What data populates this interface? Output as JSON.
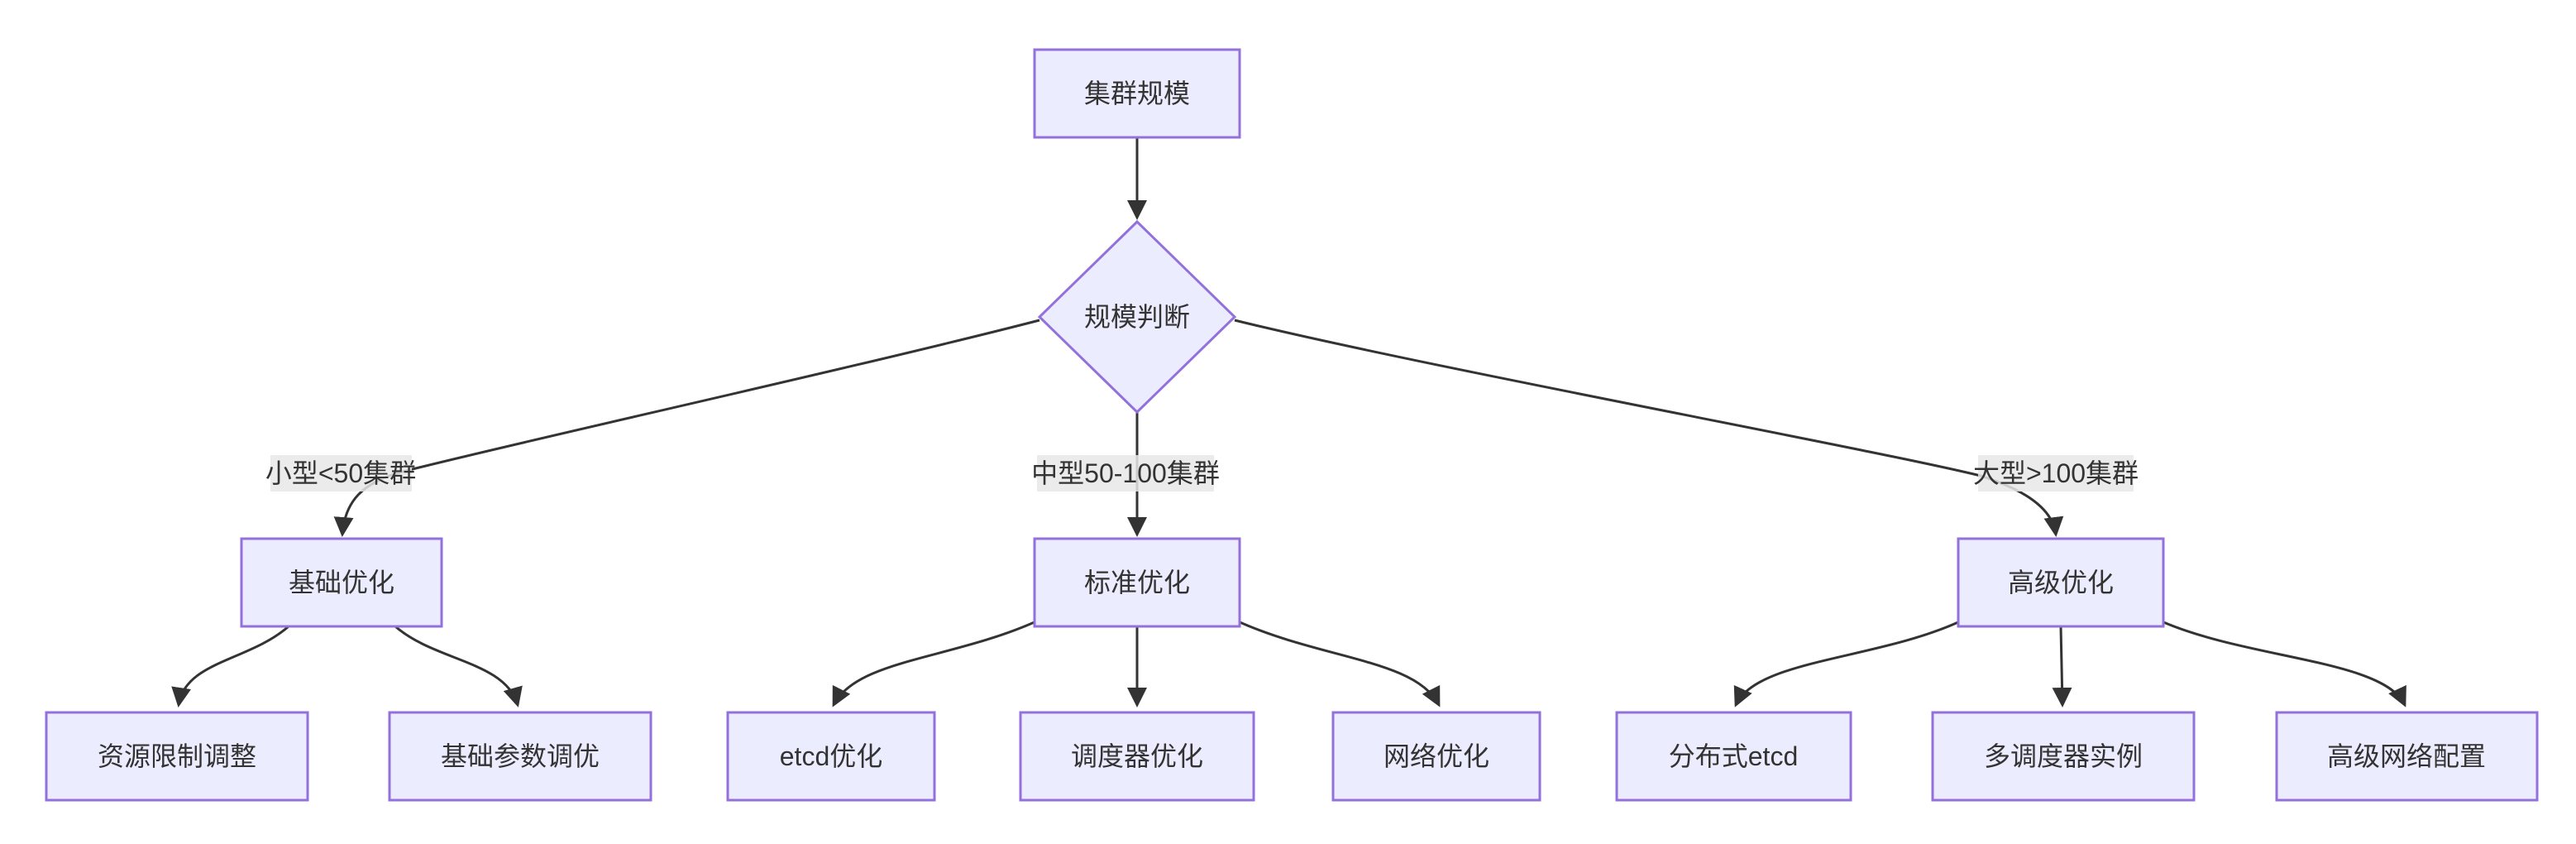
{
  "diagram": {
    "type": "flowchart",
    "direction": "top-down",
    "colors": {
      "background": "#ffffff",
      "node_fill": "#ECECFF",
      "node_border": "#9370DB",
      "edge_color": "#333333",
      "text_color": "#333333",
      "edge_label_bg": "#e8e8e8"
    },
    "nodes": {
      "root": {
        "label": "集群规模",
        "shape": "rect"
      },
      "decision": {
        "label": "规模判断",
        "shape": "diamond"
      },
      "basic": {
        "label": "基础优化",
        "shape": "rect"
      },
      "standard": {
        "label": "标准优化",
        "shape": "rect"
      },
      "advanced": {
        "label": "高级优化",
        "shape": "rect"
      },
      "resource_limit": {
        "label": "资源限制调整",
        "shape": "rect"
      },
      "basic_param": {
        "label": "基础参数调优",
        "shape": "rect"
      },
      "etcd": {
        "label": "etcd优化",
        "shape": "rect"
      },
      "scheduler": {
        "label": "调度器优化",
        "shape": "rect"
      },
      "network": {
        "label": "网络优化",
        "shape": "rect"
      },
      "dist_etcd": {
        "label": "分布式etcd",
        "shape": "rect"
      },
      "multi_scheduler": {
        "label": "多调度器实例",
        "shape": "rect"
      },
      "adv_network": {
        "label": "高级网络配置",
        "shape": "rect"
      }
    },
    "edge_labels": {
      "small": "小型<50集群",
      "medium": "中型50-100集群",
      "large": "大型>100集群"
    }
  }
}
